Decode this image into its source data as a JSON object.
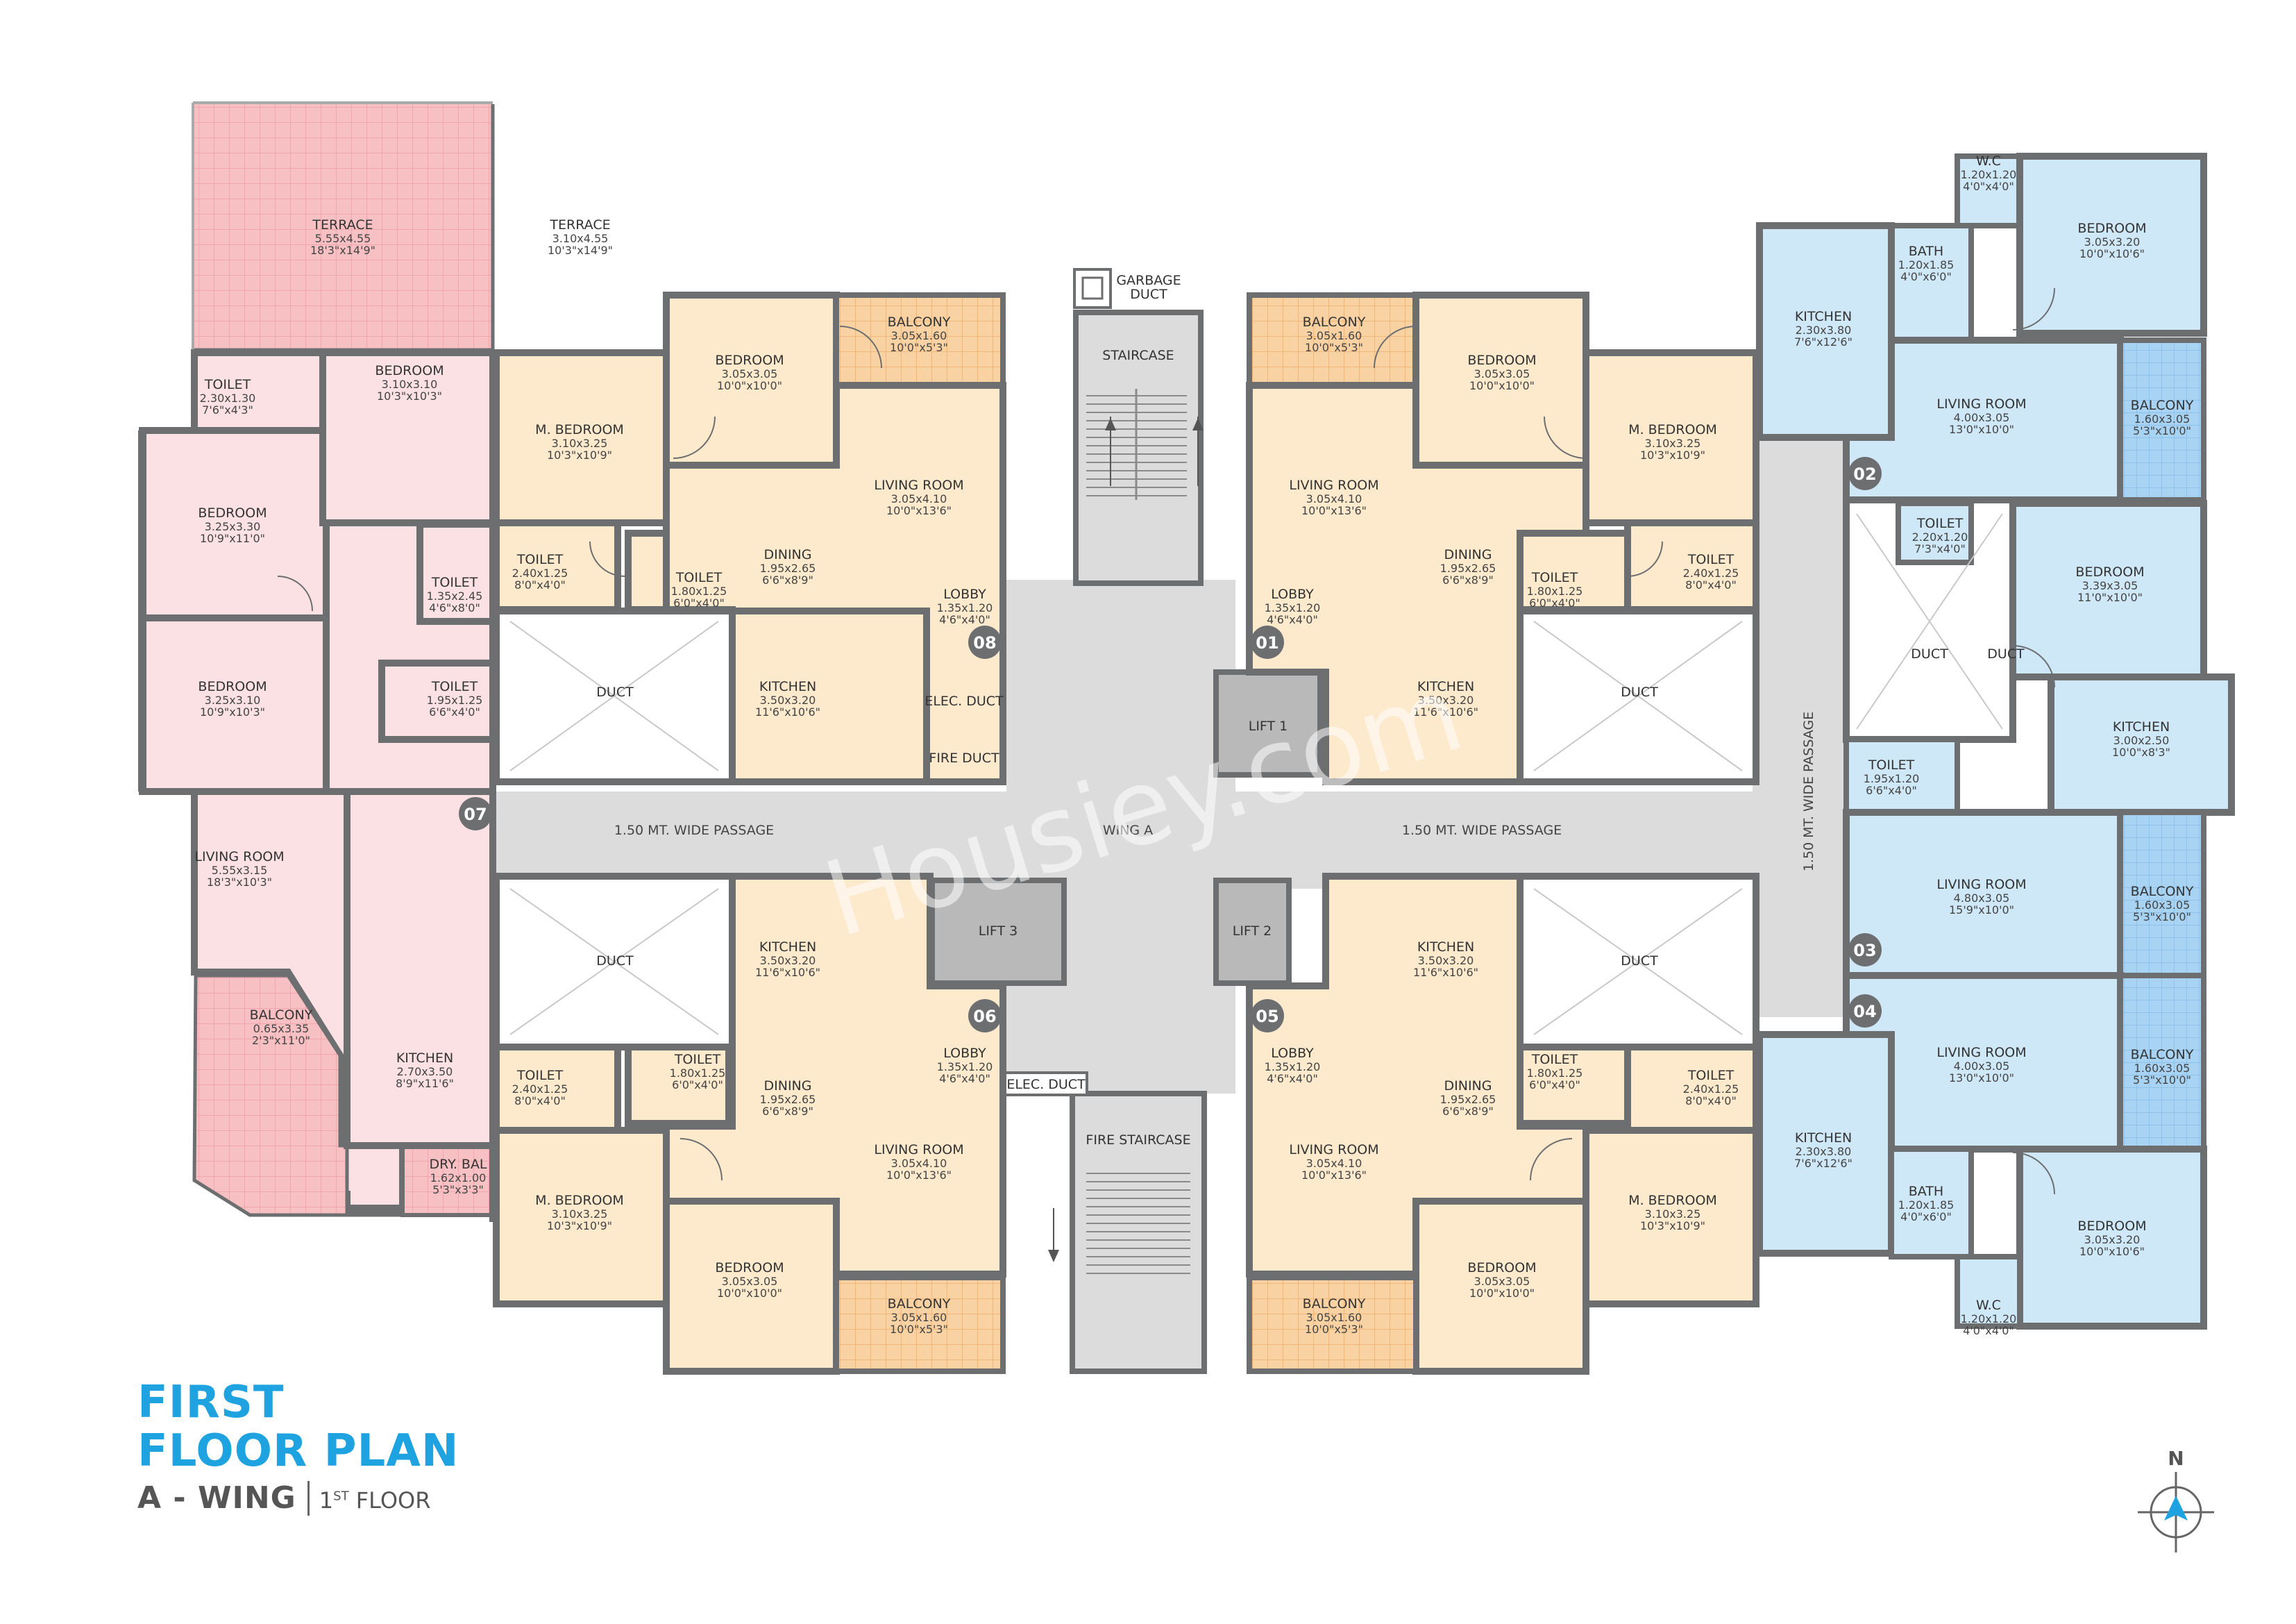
{
  "title_line1": "FIRST",
  "title_line2": "FLOOR PLAN",
  "wing_label": "A - WING",
  "floor_number": "1",
  "floor_suffix": "ST",
  "floor_word": "FLOOR",
  "compass_label": "N",
  "watermark": "Housiey.com",
  "colors": {
    "unit_pink": "#fbe1e3",
    "unit_peach": "#fde9cc",
    "unit_blue": "#cfe8f8",
    "terrace_pink": "#f6bcc0",
    "terrace_orange": "#f9cf9c",
    "balcony_blue": "#a8d2f2",
    "wall": "#6d6e70",
    "common": "#dcdcdc",
    "lift": "#b9b9b9",
    "accent_title": "#1fa3e0",
    "badge": "#6d6e70"
  },
  "passages": {
    "left": "1.50 MT. WIDE PASSAGE",
    "right": "1.50 MT. WIDE PASSAGE",
    "vertical": "1.50 MT. WIDE PASSAGE",
    "wing": "WING A"
  },
  "core": {
    "garbage": "GARBAGE\nDUCT",
    "staircase": "STAIRCASE",
    "fire_staircase": "FIRE STAIRCASE",
    "lift1": "LIFT 1",
    "lift2": "LIFT 2",
    "lift3": "LIFT 3",
    "elec_duct_top": "ELEC. DUCT",
    "fire_duct": "FIRE DUCT",
    "elec_duct_bottom": "ELEC. DUCT"
  },
  "units": [
    "01",
    "02",
    "03",
    "04",
    "05",
    "06",
    "07",
    "08"
  ],
  "rooms": [
    {
      "name": "TERRACE",
      "dim": "5.55x4.55",
      "ft": "18'3\"x14'9\""
    },
    {
      "name": "TERRACE",
      "dim": "3.10x4.55",
      "ft": "10'3\"x14'9\""
    },
    {
      "name": "TOILET",
      "dim": "2.30x1.30",
      "ft": "7'6\"x4'3\""
    },
    {
      "name": "BEDROOM",
      "dim": "3.10x3.10",
      "ft": "10'3\"x10'3\""
    },
    {
      "name": "BEDROOM",
      "dim": "3.25x3.30",
      "ft": "10'9\"x11'0\""
    },
    {
      "name": "TOILET",
      "dim": "1.35x2.45",
      "ft": "4'6\"x8'0\""
    },
    {
      "name": "BEDROOM",
      "dim": "3.25x3.10",
      "ft": "10'9\"x10'3\""
    },
    {
      "name": "TOILET",
      "dim": "1.95x1.25",
      "ft": "6'6\"x4'0\""
    },
    {
      "name": "LIVING ROOM",
      "dim": "5.55x3.15",
      "ft": "18'3\"x10'3\""
    },
    {
      "name": "BALCONY",
      "dim": "0.65x3.35",
      "ft": "2'3\"x11'0\""
    },
    {
      "name": "KITCHEN",
      "dim": "2.70x3.50",
      "ft": "8'9\"x11'6\""
    },
    {
      "name": "DRY. BAL",
      "dim": "1.62x1.00",
      "ft": "5'3\"x3'3\""
    },
    {
      "name": "M. BEDROOM",
      "dim": "3.10x3.25",
      "ft": "10'3\"x10'9\""
    },
    {
      "name": "BEDROOM",
      "dim": "3.05x3.05",
      "ft": "10'0\"x10'0\""
    },
    {
      "name": "BALCONY",
      "dim": "3.05x1.60",
      "ft": "10'0\"x5'3\""
    },
    {
      "name": "LIVING ROOM",
      "dim": "3.05x4.10",
      "ft": "10'0\"x13'6\""
    },
    {
      "name": "DINING",
      "dim": "1.95x2.65",
      "ft": "6'6\"x8'9\""
    },
    {
      "name": "LOBBY",
      "dim": "1.35x1.20",
      "ft": "4'6\"x4'0\""
    },
    {
      "name": "TOILET",
      "dim": "2.40x1.25",
      "ft": "8'0\"x4'0\""
    },
    {
      "name": "TOILET",
      "dim": "1.80x1.25",
      "ft": "6'0\"x4'0\""
    },
    {
      "name": "KITCHEN",
      "dim": "3.50x3.20",
      "ft": "11'6\"x10'6\""
    },
    {
      "name": "DUCT",
      "dim": "",
      "ft": ""
    },
    {
      "name": "BALCONY",
      "dim": "3.05x1.60",
      "ft": "10'0\"x5'3\""
    },
    {
      "name": "BEDROOM",
      "dim": "3.05x3.05",
      "ft": "10'0\"x10'0\""
    },
    {
      "name": "M. BEDROOM",
      "dim": "3.10x3.25",
      "ft": "10'3\"x10'9\""
    },
    {
      "name": "LIVING ROOM",
      "dim": "3.05x4.10",
      "ft": "10'0\"x13'6\""
    },
    {
      "name": "DINING",
      "dim": "1.95x2.65",
      "ft": "6'6\"x8'9\""
    },
    {
      "name": "LOBBY",
      "dim": "1.35x1.20",
      "ft": "4'6\"x4'0\""
    },
    {
      "name": "TOILET",
      "dim": "1.80x1.25",
      "ft": "6'0\"x4'0\""
    },
    {
      "name": "TOILET",
      "dim": "2.40x1.25",
      "ft": "8'0\"x4'0\""
    },
    {
      "name": "KITCHEN",
      "dim": "3.50x3.20",
      "ft": "11'6\"x10'6\""
    },
    {
      "name": "DUCT",
      "dim": "",
      "ft": ""
    },
    {
      "name": "W.C",
      "dim": "1.20x1.20",
      "ft": "4'0\"x4'0\""
    },
    {
      "name": "BATH",
      "dim": "1.20x1.85",
      "ft": "4'0\"x6'0\""
    },
    {
      "name": "BEDROOM",
      "dim": "3.05x3.20",
      "ft": "10'0\"x10'6\""
    },
    {
      "name": "KITCHEN",
      "dim": "2.30x3.80",
      "ft": "7'6\"x12'6\""
    },
    {
      "name": "LIVING ROOM",
      "dim": "4.00x3.05",
      "ft": "13'0\"x10'0\""
    },
    {
      "name": "BALCONY",
      "dim": "1.60x3.05",
      "ft": "5'3\"x10'0\""
    },
    {
      "name": "TOILET",
      "dim": "2.20x1.20",
      "ft": "7'3\"x4'0\""
    },
    {
      "name": "BEDROOM",
      "dim": "3.39x3.05",
      "ft": "11'0\"x10'0\""
    },
    {
      "name": "DUCT",
      "dim": "",
      "ft": ""
    },
    {
      "name": "KITCHEN",
      "dim": "3.00x2.50",
      "ft": "10'0\"x8'3\""
    },
    {
      "name": "TOILET",
      "dim": "1.95x1.20",
      "ft": "6'6\"x4'0\""
    },
    {
      "name": "LIVING ROOM",
      "dim": "4.80x3.05",
      "ft": "15'9\"x10'0\""
    },
    {
      "name": "BALCONY",
      "dim": "1.60x3.05",
      "ft": "5'3\"x10'0\""
    },
    {
      "name": "LIVING ROOM",
      "dim": "4.00x3.05",
      "ft": "13'0\"x10'0\""
    },
    {
      "name": "BALCONY",
      "dim": "1.60x3.05",
      "ft": "5'3\"x10'0\""
    },
    {
      "name": "KITCHEN",
      "dim": "2.30x3.80",
      "ft": "7'6\"x12'6\""
    },
    {
      "name": "BATH",
      "dim": "1.20x1.85",
      "ft": "4'0\"x6'0\""
    },
    {
      "name": "BEDROOM",
      "dim": "3.05x3.20",
      "ft": "10'0\"x10'6\""
    },
    {
      "name": "W.C",
      "dim": "1.20x1.20",
      "ft": "4'0\"x4'0\""
    },
    {
      "name": "DUCT",
      "dim": "",
      "ft": ""
    },
    {
      "name": "KITCHEN",
      "dim": "3.50x3.20",
      "ft": "11'6\"x10'6\""
    },
    {
      "name": "LOBBY",
      "dim": "1.35x1.20",
      "ft": "4'6\"x4'0\""
    },
    {
      "name": "TOILET",
      "dim": "2.40x1.25",
      "ft": "8'0\"x4'0\""
    },
    {
      "name": "TOILET",
      "dim": "1.80x1.25",
      "ft": "6'0\"x4'0\""
    },
    {
      "name": "DINING",
      "dim": "1.95x2.65",
      "ft": "6'6\"x8'9\""
    },
    {
      "name": "LIVING ROOM",
      "dim": "3.05x4.10",
      "ft": "10'0\"x13'6\""
    },
    {
      "name": "M. BEDROOM",
      "dim": "3.10x3.25",
      "ft": "10'3\"x10'9\""
    },
    {
      "name": "BEDROOM",
      "dim": "3.05x3.05",
      "ft": "10'0\"x10'0\""
    },
    {
      "name": "BALCONY",
      "dim": "3.05x1.60",
      "ft": "10'0\"x5'3\""
    },
    {
      "name": "DUCT",
      "dim": "",
      "ft": ""
    },
    {
      "name": "KITCHEN",
      "dim": "3.50x3.20",
      "ft": "11'6\"x10'6\""
    },
    {
      "name": "LOBBY",
      "dim": "1.35x1.20",
      "ft": "4'6\"x4'0\""
    },
    {
      "name": "TOILET",
      "dim": "1.80x1.25",
      "ft": "6'0\"x4'0\""
    },
    {
      "name": "TOILET",
      "dim": "2.40x1.25",
      "ft": "8'0\"x4'0\""
    },
    {
      "name": "DINING",
      "dim": "1.95x2.65",
      "ft": "6'6\"x8'9\""
    },
    {
      "name": "LIVING ROOM",
      "dim": "3.05x4.10",
      "ft": "10'0\"x13'6\""
    },
    {
      "name": "M. BEDROOM",
      "dim": "3.10x3.25",
      "ft": "10'3\"x10'9\""
    },
    {
      "name": "BEDROOM",
      "dim": "3.05x3.05",
      "ft": "10'0\"x10'0\""
    },
    {
      "name": "BALCONY",
      "dim": "3.05x1.60",
      "ft": "10'0\"x5'3\""
    },
    {
      "name": "DUCT",
      "dim": "",
      "ft": ""
    }
  ]
}
